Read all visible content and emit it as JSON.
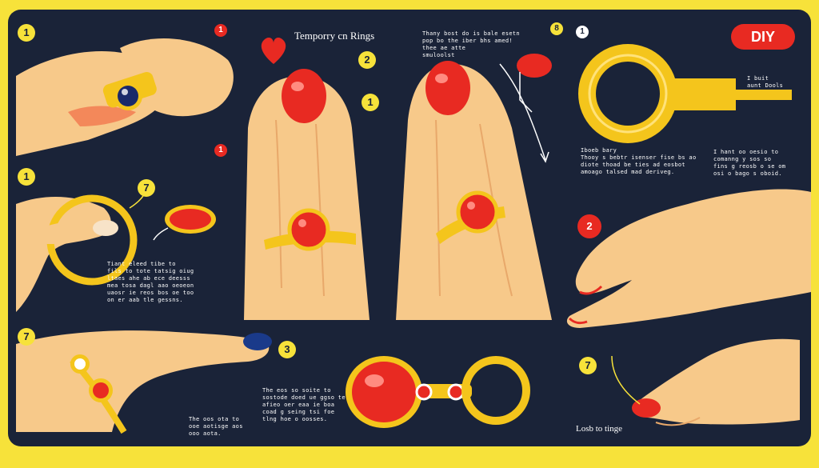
{
  "header": {
    "title": "Temporry cn Rings",
    "tag": "DIY"
  },
  "steps": {
    "s1": "1",
    "s2": "2",
    "s3": "1",
    "s4": "1",
    "s5": "7",
    "s6": "7",
    "s7": "3",
    "s8": "8",
    "s9": "1",
    "s10": "2",
    "s11": "7",
    "s12": "1",
    "s13": "1"
  },
  "texts": {
    "top_center": "Thany bost do is bale esetn\npop bo the iber bhs amed!\nthee ae atte\nsmuloolst",
    "right_tools": "I buit\naunt Dools",
    "right_mid_a": "Iboeb bary\nThooy s bebtr isenser fise bs ao\ndiote thoad be ties ad eosbot\namoago talsed mad deriveg.",
    "right_mid_b": "I hant oo oesio to\ncomanng y sos so\nfins g reosb o se om\nosi o bago s oboid.",
    "left_mid": "Tiant eleed tibe to\nfils to tote tatsig oiug\nltaes ahe ab ece deesss\nmea tosa dagl aao oeoeon\nuaosr ie reos bos oe too\non er aab tle gessns.",
    "bottom_mid": "The eos so soite to\nsostode doed ue ggso te\nafieo oer eaa ie boa\ncoad g seing tsi foe\ntlng hoe o oosses.",
    "bottom_left": "The oos ota to\nooe aotisge aos\nooo aota.",
    "bottom_right_label": "Losb to tinge"
  },
  "colors": {
    "background": "#1a2338",
    "border": "#f7e23a",
    "accent_red": "#e82a22",
    "gold": "#f4c51c",
    "skin": "#f7c98a"
  },
  "icons": {
    "heart": "heart-icon"
  }
}
